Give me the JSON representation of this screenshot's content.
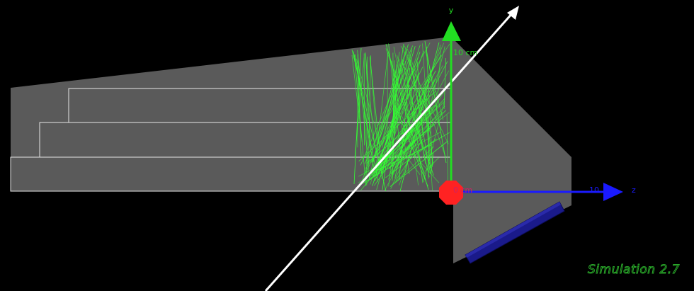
{
  "scene": {
    "background_color": "#000000",
    "axes": {
      "y_axis_label": "y",
      "z_axis_label": "z",
      "y_tick_label": "10 cm",
      "origin_label": "0 cm",
      "z_tick_label": "10",
      "y_axis_color": "#22dd22",
      "z_axis_color": "#1a1aff",
      "origin_marker_color": "#ff2222"
    },
    "geometry": {
      "volume_fill_color": "#5a5a5a",
      "outline_color": "#e6e6e6",
      "detector_color": "#1a1a8a",
      "trajectory_color": "#33ff33",
      "beam_color": "#ffffff"
    },
    "watermark": "Simulation 2.7"
  }
}
